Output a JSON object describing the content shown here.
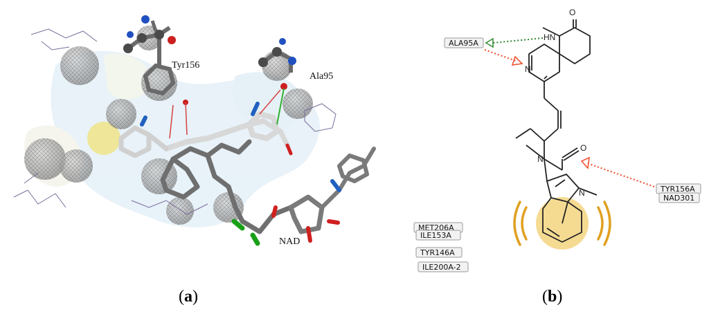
{
  "panel_a": {
    "caption_open": "(",
    "caption_letter": "a",
    "caption_close": ")",
    "labels": {
      "tyr": "Tyr156",
      "ala": "Ala95",
      "nad": "NAD"
    }
  },
  "panel_b": {
    "caption_open": "(",
    "caption_letter": "b",
    "caption_close": ")",
    "residues": {
      "ala95": "ALA95A",
      "tyr156": "TYR156A",
      "nad301": "NAD301",
      "met206": "MET206A",
      "ile153": "ILE153A",
      "tyr146": "TYR146A",
      "ile200": "ILE200A-2"
    },
    "atoms": {
      "o_top": "O",
      "nh": "HN",
      "n_ring": "N",
      "n_amide": "N",
      "o_amide": "O",
      "n_indole": "N"
    }
  },
  "colors": {
    "hbond_donor": "#3a8f3a",
    "hbond_acceptor": "#ee5533",
    "hydrophobic": "#f2cf6e",
    "hydrophobic_arc": "#e0a020",
    "atom_n": "#2060c0",
    "atom_o": "#cc2020",
    "carbon": "#606060",
    "surface": "#bcdcf0"
  }
}
